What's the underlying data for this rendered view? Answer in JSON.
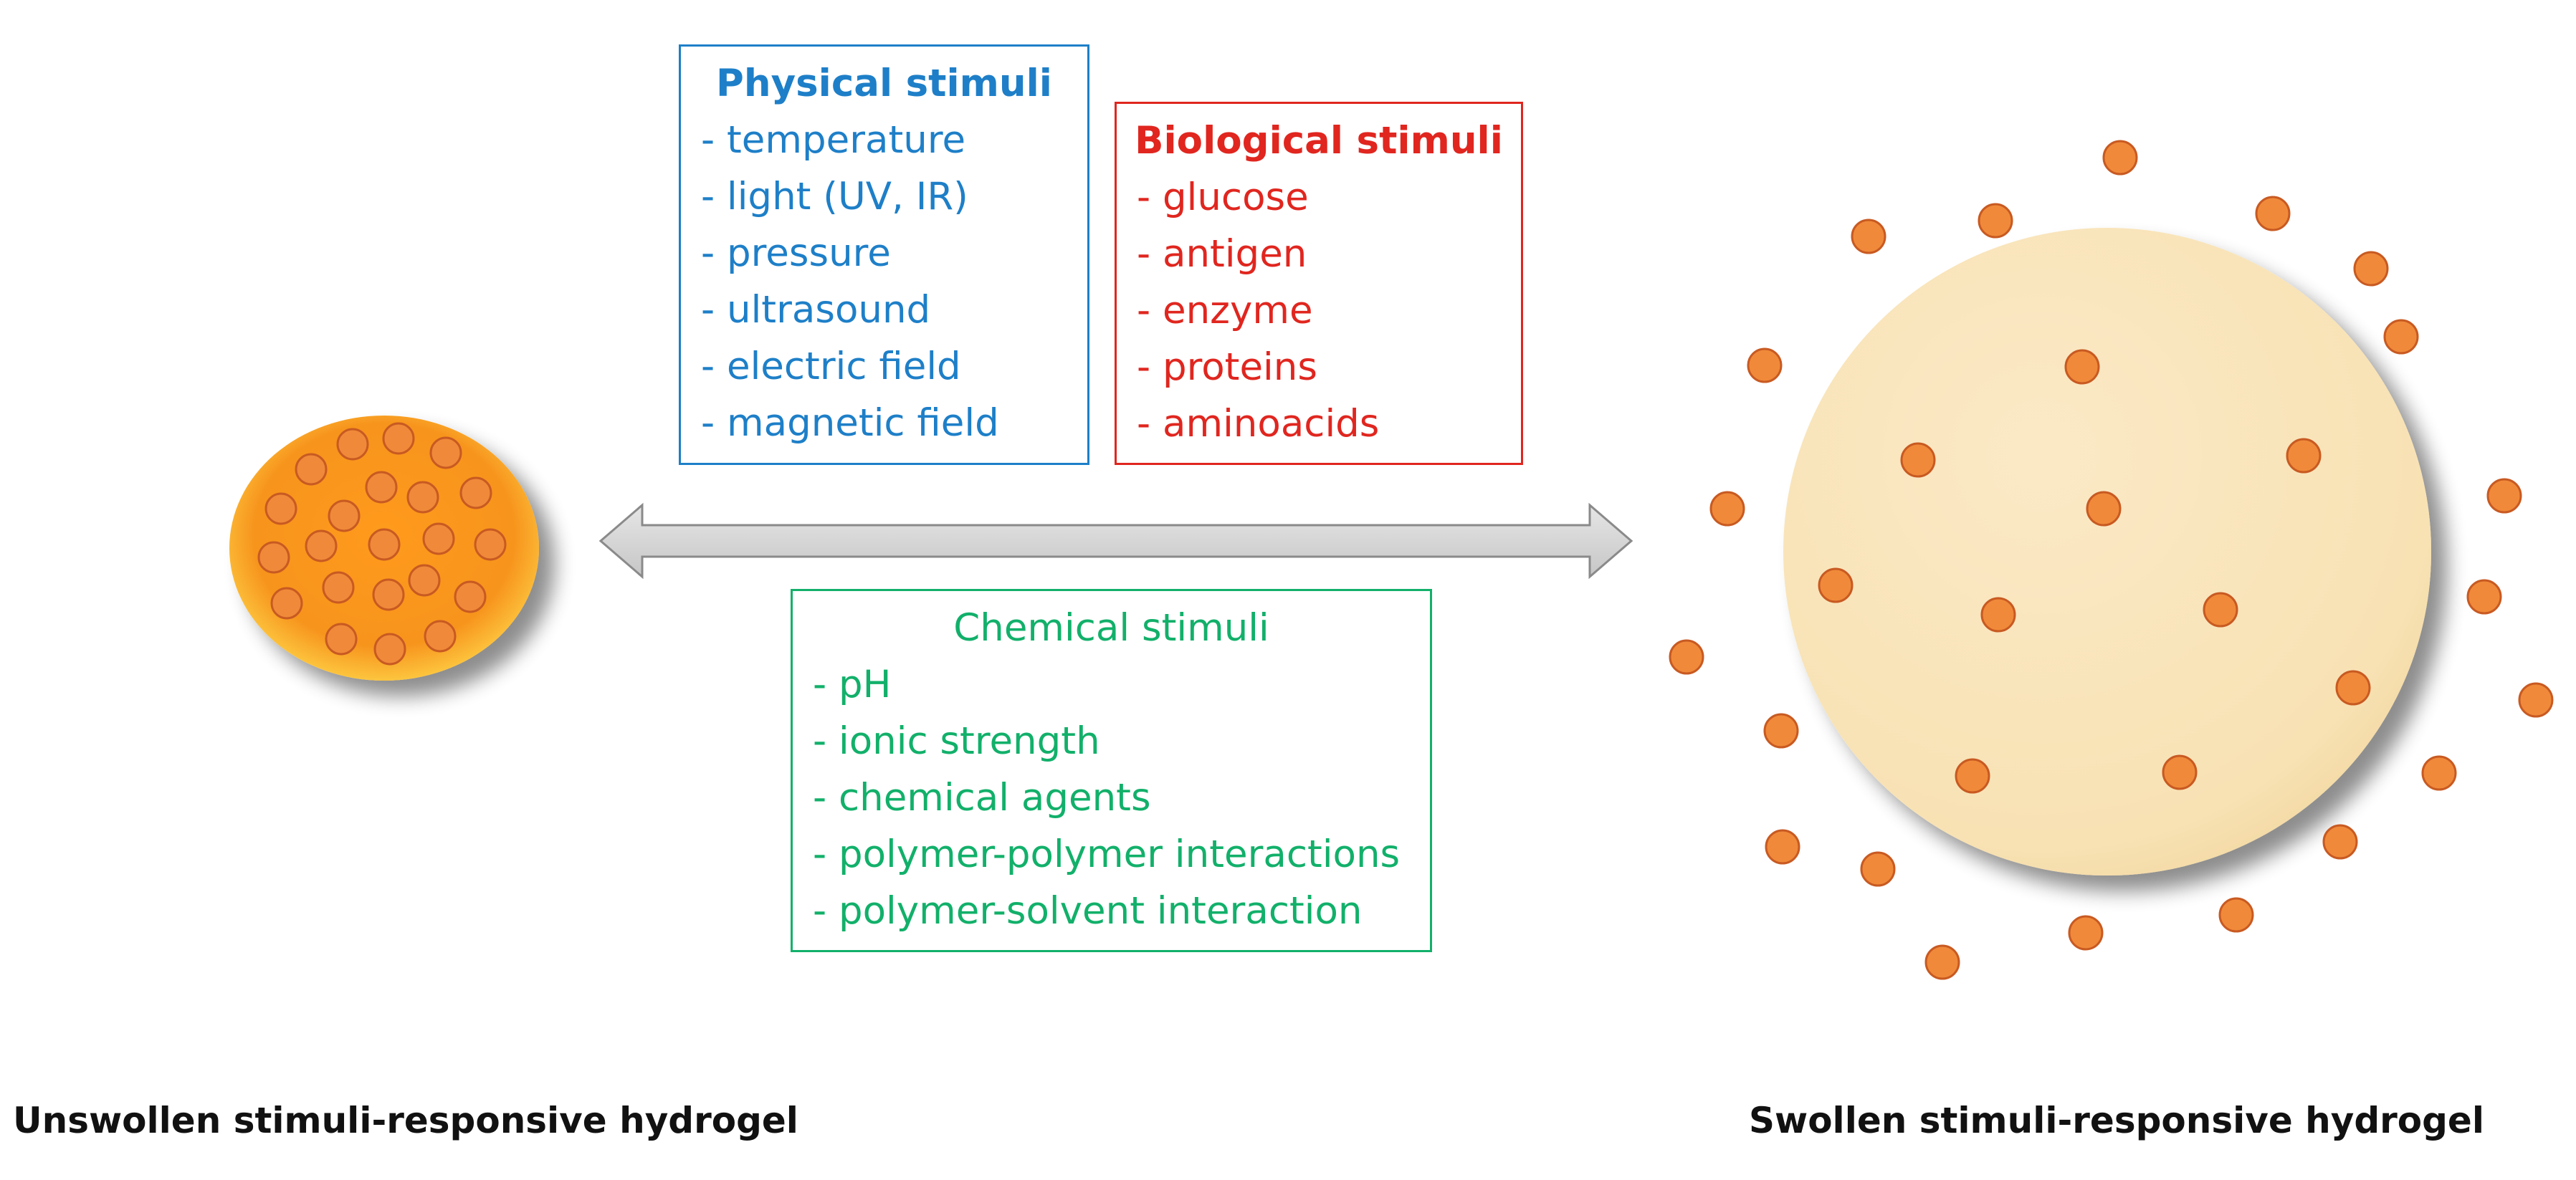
{
  "physical": {
    "title": "Physical stimuli",
    "items": [
      "- temperature",
      "- light (UV, IR)",
      "- pressure",
      "- ultrasound",
      "- electric field",
      "- magnetic field"
    ]
  },
  "biological": {
    "title": "Biological stimuli",
    "items": [
      "- glucose",
      "- antigen",
      "- enzyme",
      "- proteins",
      "- aminoacids"
    ]
  },
  "chemical": {
    "title": "Chemical stimuli",
    "items": [
      "- pH",
      "- ionic strength",
      "- chemical agents",
      "- polymer-polymer interactions",
      "- polymer-solvent interaction"
    ]
  },
  "captions": {
    "unswollen": "Unswollen stimuli-responsive hydrogel",
    "swollen": "Swollen stimuli-responsive hydrogel"
  },
  "colors": {
    "physical": "#1e7fc8",
    "biological": "#e0261f",
    "chemical": "#12b06a",
    "particle": "#f08a3a",
    "arrow": "#d0d0d0"
  }
}
